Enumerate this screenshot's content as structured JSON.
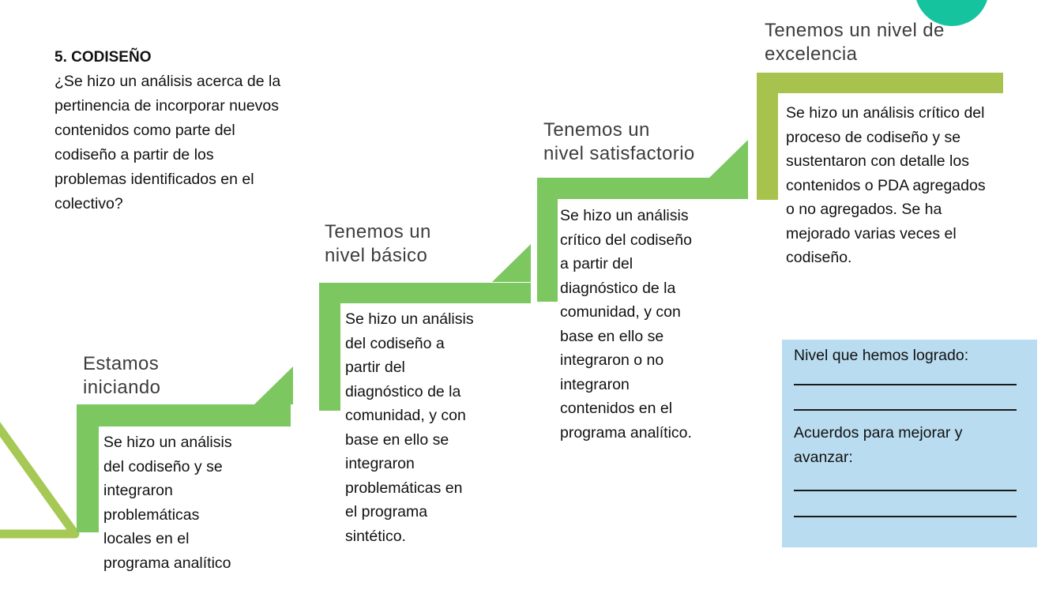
{
  "slide": {
    "title": "5. CODISEÑO",
    "question": "¿Se hizo un análisis acerca de la\npertinencia de incorporar nuevos\ncontenidos como parte del\ncodiseño a partir de los\nproblemas identificados en el\ncolectivo?"
  },
  "steps": [
    {
      "label": "Estamos\niniciando",
      "description": "Se hizo un análisis\ndel codiseño y se\nintegraron\nproblemáticas\nlocales en el\nprograma analítico"
    },
    {
      "label": "Tenemos un\nnivel básico",
      "description": "Se hizo un análisis\ndel codiseño a\npartir del\ndiagnóstico de la\ncomunidad, y con\nbase en ello se\nintegraron\nproblemáticas en\nel programa\nsintético."
    },
    {
      "label": "Tenemos un\nnivel satisfactorio",
      "description": "Se hizo un análisis\ncrítico del codiseño\na partir del\ndiagnóstico de la\ncomunidad, y con\nbase en ello se\nintegraron o no\nintegraron\ncontenidos en el\nprograma analítico."
    },
    {
      "label": "Tenemos un nivel de\nexcelencia",
      "description": "Se hizo un análisis crítico del\nproceso de codiseño y se\nsustentaron con detalle los\ncontenidos o PDA agregados\no no agregados. Se ha\nmejorado varias veces el\ncodiseño."
    }
  ],
  "notes_box": {
    "level_label": "Nivel que hemos logrado:",
    "agreements_label": "Acuerdos para mejorar y\navanzar:"
  },
  "colors": {
    "step_green": "#7cc75f",
    "step_olive": "#a7c24d",
    "accent_teal": "#15c39e",
    "notes_bg": "#b9dcf0",
    "outline_triangle": "#a5c954"
  }
}
